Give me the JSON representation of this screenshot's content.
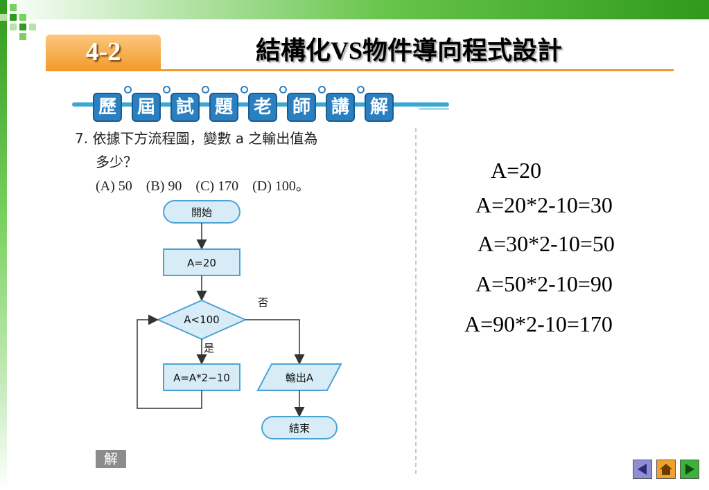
{
  "header": {
    "section_number": "4-2",
    "title": "結構化VS物件導向程式設計"
  },
  "banner": {
    "chars": [
      "歷",
      "屆",
      "試",
      "題",
      "老",
      "師",
      "講",
      "解"
    ]
  },
  "question": {
    "line1": "7. 依據下方流程圖，變數 a 之輸出值為",
    "line2": "多少？",
    "options": "(A) 50    (B) 90    (C) 170    (D) 100。"
  },
  "flowchart": {
    "start": "開始",
    "assign": "A=20",
    "condition": "A<100",
    "no_label": "否",
    "yes_label": "是",
    "process": "A=A*2−10",
    "output": "輸出A",
    "end": "結束"
  },
  "answer_label": "解",
  "steps": [
    "A=20",
    "A=20*2-10=30",
    "A=30*2-10=50",
    "A=50*2-10=90",
    "A=90*2-10=170"
  ],
  "nav": {
    "prev_icon": "triangle-left-icon",
    "home_icon": "home-icon",
    "next_icon": "triangle-right-icon"
  },
  "colors": {
    "accent_orange": "#f29a2c",
    "banner_blue": "#2a7fc0",
    "flow_box_fill": "#d7ecf6",
    "flow_stroke": "#4aa3d6"
  }
}
